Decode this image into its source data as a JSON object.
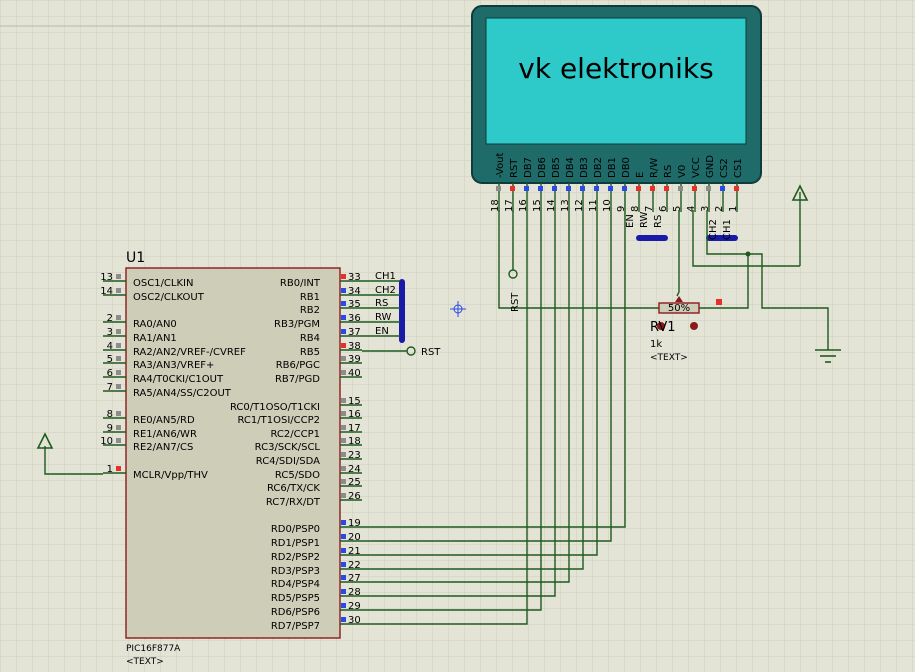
{
  "lcd": {
    "screen_text": "vk elektroniks",
    "pins": [
      {
        "num": "18",
        "name": "-Vout"
      },
      {
        "num": "17",
        "name": "RST"
      },
      {
        "num": "16",
        "name": "DB7"
      },
      {
        "num": "15",
        "name": "DB6"
      },
      {
        "num": "14",
        "name": "DB5"
      },
      {
        "num": "13",
        "name": "DB4"
      },
      {
        "num": "12",
        "name": "DB3"
      },
      {
        "num": "11",
        "name": "DB2"
      },
      {
        "num": "10",
        "name": "DB1"
      },
      {
        "num": "9",
        "name": "DB0"
      },
      {
        "num": "8",
        "name": "E"
      },
      {
        "num": "7",
        "name": "R/W"
      },
      {
        "num": "6",
        "name": "RS"
      },
      {
        "num": "5",
        "name": "V0"
      },
      {
        "num": "4",
        "name": "VCC"
      },
      {
        "num": "3",
        "name": "GND"
      },
      {
        "num": "2",
        "name": "CS2"
      },
      {
        "num": "1",
        "name": "CS1"
      }
    ],
    "net_labels": [
      "EN",
      "RW",
      "RS",
      "CH2",
      "CH1"
    ],
    "rst_label": "RST"
  },
  "mcu": {
    "ref": "U1",
    "part": "PIC16F877A",
    "text_placeholder": "<TEXT>",
    "left_pins": [
      {
        "num": "13",
        "name": "OSC1/CLKIN"
      },
      {
        "num": "14",
        "name": "OSC2/CLKOUT"
      },
      {
        "num": "2",
        "name": "RA0/AN0"
      },
      {
        "num": "3",
        "name": "RA1/AN1"
      },
      {
        "num": "4",
        "name": "RA2/AN2/VREF-/CVREF"
      },
      {
        "num": "5",
        "name": "RA3/AN3/VREF+"
      },
      {
        "num": "6",
        "name": "RA4/T0CKI/C1OUT"
      },
      {
        "num": "7",
        "name": "RA5/AN4/SS/C2OUT"
      },
      {
        "num": "8",
        "name": "RE0/AN5/RD"
      },
      {
        "num": "9",
        "name": "RE1/AN6/WR"
      },
      {
        "num": "10",
        "name": "RE2/AN7/CS"
      },
      {
        "num": "1",
        "name": "MCLR/Vpp/THV"
      }
    ],
    "right_pins": [
      {
        "num": "33",
        "name": "RB0/INT"
      },
      {
        "num": "34",
        "name": "RB1"
      },
      {
        "num": "35",
        "name": "RB2"
      },
      {
        "num": "36",
        "name": "RB3/PGM"
      },
      {
        "num": "37",
        "name": "RB4"
      },
      {
        "num": "38",
        "name": "RB5"
      },
      {
        "num": "39",
        "name": "RB6/PGC"
      },
      {
        "num": "40",
        "name": "RB7/PGD"
      },
      {
        "num": "15",
        "name": "RC0/T1OSO/T1CKI"
      },
      {
        "num": "16",
        "name": "RC1/T1OSI/CCP2"
      },
      {
        "num": "17",
        "name": "RC2/CCP1"
      },
      {
        "num": "18",
        "name": "RC3/SCK/SCL"
      },
      {
        "num": "23",
        "name": "RC4/SDI/SDA"
      },
      {
        "num": "24",
        "name": "RC5/SDO"
      },
      {
        "num": "25",
        "name": "RC6/TX/CK"
      },
      {
        "num": "26",
        "name": "RC7/RX/DT"
      },
      {
        "num": "19",
        "name": "RD0/PSP0"
      },
      {
        "num": "20",
        "name": "RD1/PSP1"
      },
      {
        "num": "21",
        "name": "RD2/PSP2"
      },
      {
        "num": "22",
        "name": "RD3/PSP3"
      },
      {
        "num": "27",
        "name": "RD4/PSP4"
      },
      {
        "num": "28",
        "name": "RD5/PSP5"
      },
      {
        "num": "29",
        "name": "RD6/PSP6"
      },
      {
        "num": "30",
        "name": "RD7/PSP7"
      }
    ],
    "rb_net_labels": [
      "CH1",
      "CH2",
      "RS",
      "RW",
      "EN"
    ],
    "rst_label": "RST"
  },
  "pot": {
    "ref": "RV1",
    "value": "1k",
    "body_text": "50%",
    "text_placeholder": "<TEXT>"
  },
  "colors": {
    "background": "#e3e3d6",
    "grid": "#cfcfbf",
    "wire": "#1e5a1e",
    "component_outline": "#8b1a1a",
    "ic_fill": "#cdcdb8",
    "lcd_bezel": "#1f6b69",
    "lcd_screen": "#2ec9c9",
    "bus": "#1a1aa8",
    "pin_red": "#e8302a",
    "pin_blue": "#2a4ae8",
    "pin_gray": "#8c8c8c",
    "placeholder_text": "#a8a8a0"
  }
}
